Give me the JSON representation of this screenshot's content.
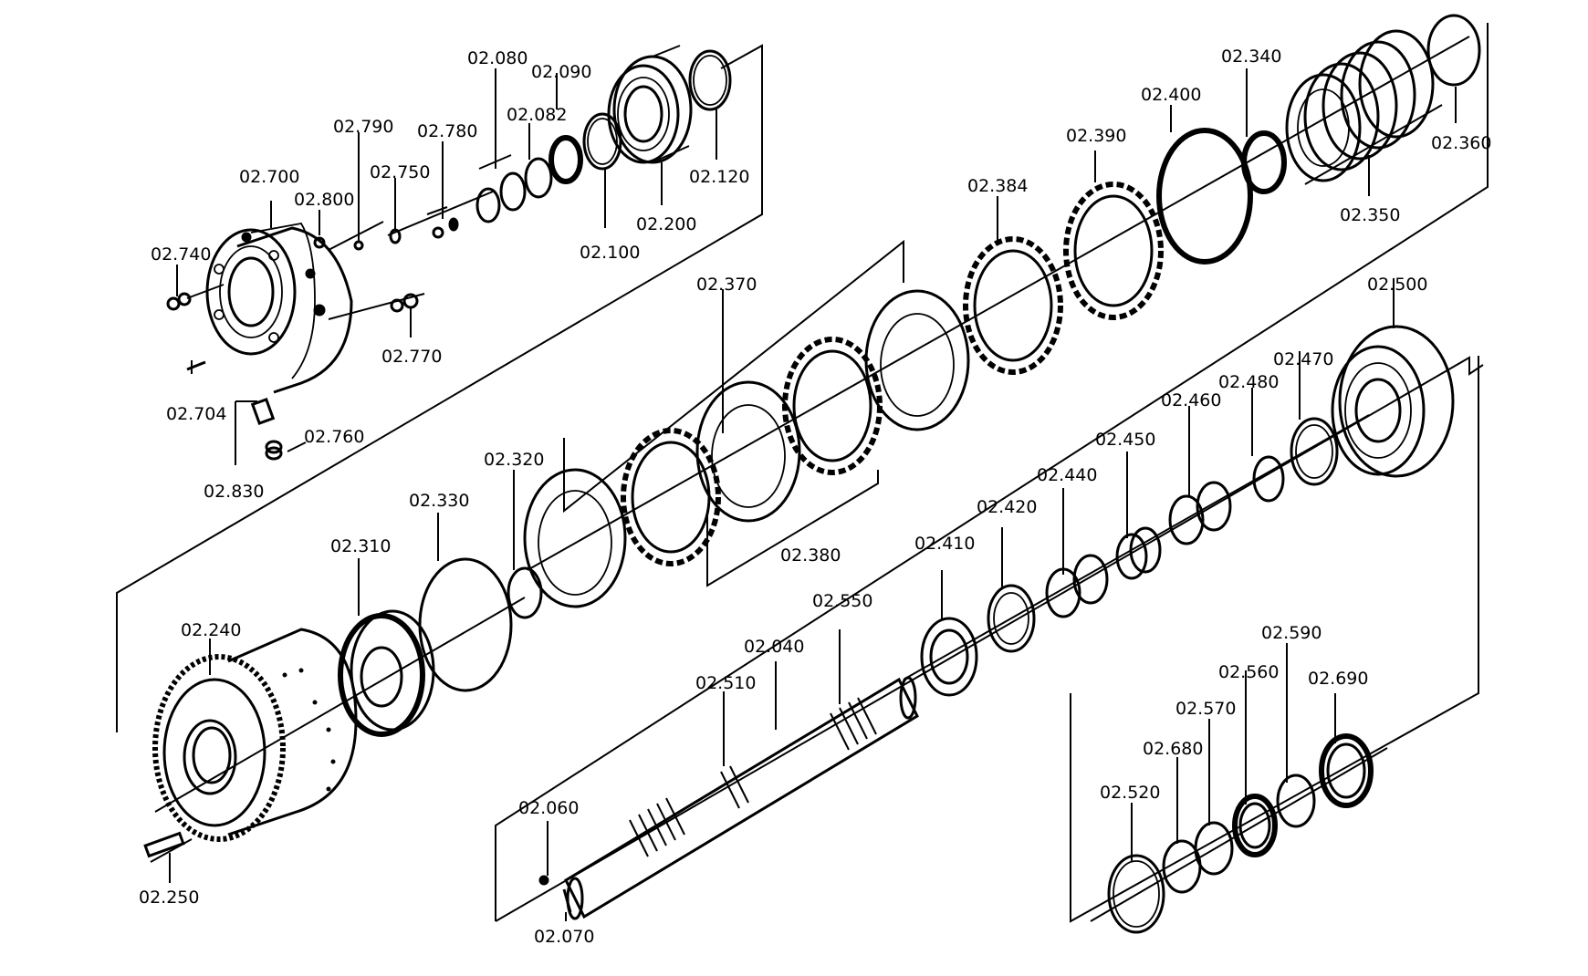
{
  "labels": {
    "p02_700": "02.700",
    "p02_790": "02.790",
    "p02_800": "02.800",
    "p02_750": "02.750",
    "p02_780": "02.780",
    "p02_080": "02.080",
    "p02_090": "02.090",
    "p02_082": "02.082",
    "p02_120": "02.120",
    "p02_200": "02.200",
    "p02_100": "02.100",
    "p02_740": "02.740",
    "p02_770": "02.770",
    "p02_704": "02.704",
    "p02_760": "02.760",
    "p02_830": "02.830",
    "p02_340": "02.340",
    "p02_360": "02.360",
    "p02_400": "02.400",
    "p02_390": "02.390",
    "p02_350": "02.350",
    "p02_384": "02.384",
    "p02_370": "02.370",
    "p02_500": "02.500",
    "p02_470": "02.470",
    "p02_480": "02.480",
    "p02_460": "02.460",
    "p02_450": "02.450",
    "p02_440": "02.440",
    "p02_420": "02.420",
    "p02_410": "02.410",
    "p02_320": "02.320",
    "p02_330": "02.330",
    "p02_310": "02.310",
    "p02_380": "02.380",
    "p02_240": "02.240",
    "p02_550": "02.550",
    "p02_040": "02.040",
    "p02_510": "02.510",
    "p02_590": "02.590",
    "p02_560": "02.560",
    "p02_690": "02.690",
    "p02_570": "02.570",
    "p02_680": "02.680",
    "p02_520": "02.520",
    "p02_060": "02.060",
    "p02_250": "02.250",
    "p02_070": "02.070"
  },
  "colors": {
    "line": "#000000",
    "background": "#ffffff",
    "shade": "#d9d9d9"
  }
}
